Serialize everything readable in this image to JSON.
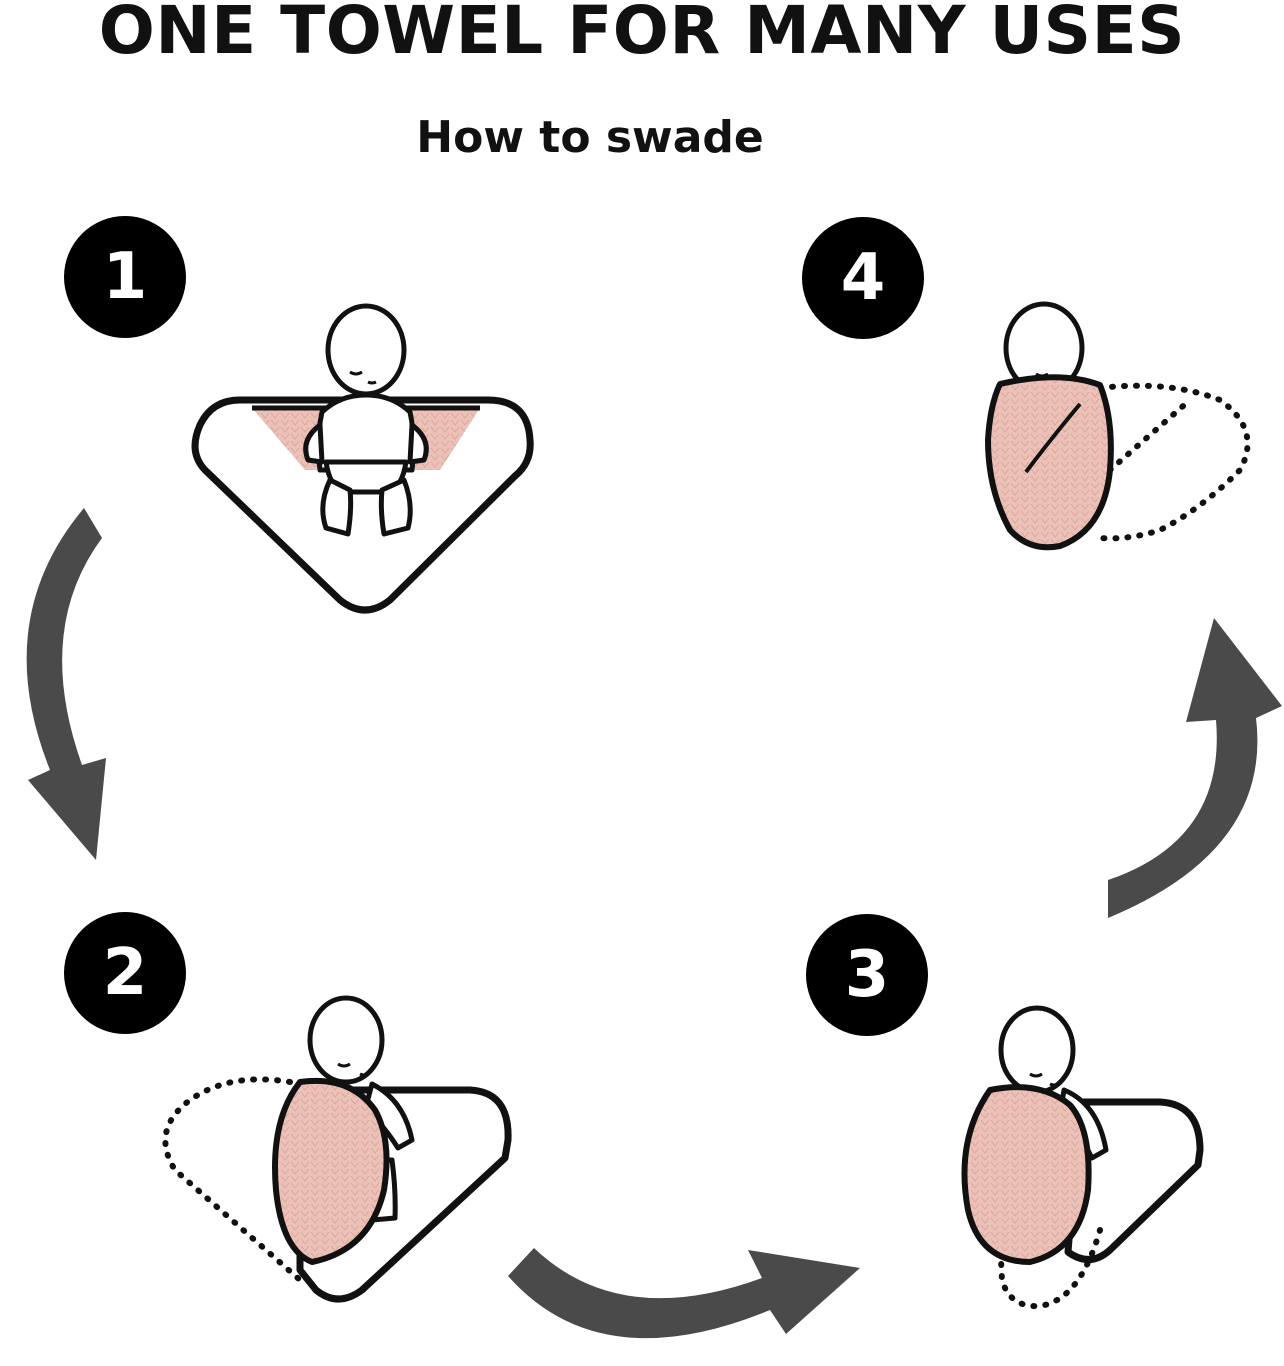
{
  "header": {
    "title": "ONE TOWEL FOR MANY USES",
    "subtitle": "How to swade"
  },
  "steps": [
    {
      "number": "1",
      "illustration": "baby-on-open-towel"
    },
    {
      "number": "2",
      "illustration": "fold-right-corner-over-baby"
    },
    {
      "number": "3",
      "illustration": "fold-bottom-up"
    },
    {
      "number": "4",
      "illustration": "wrap-left-corner-around"
    }
  ],
  "colors": {
    "towel_pink": "#ecc2b8",
    "towel_pink_line": "#d9a69b",
    "arrow_gray": "#4a4a4a",
    "outline": "#111111"
  }
}
